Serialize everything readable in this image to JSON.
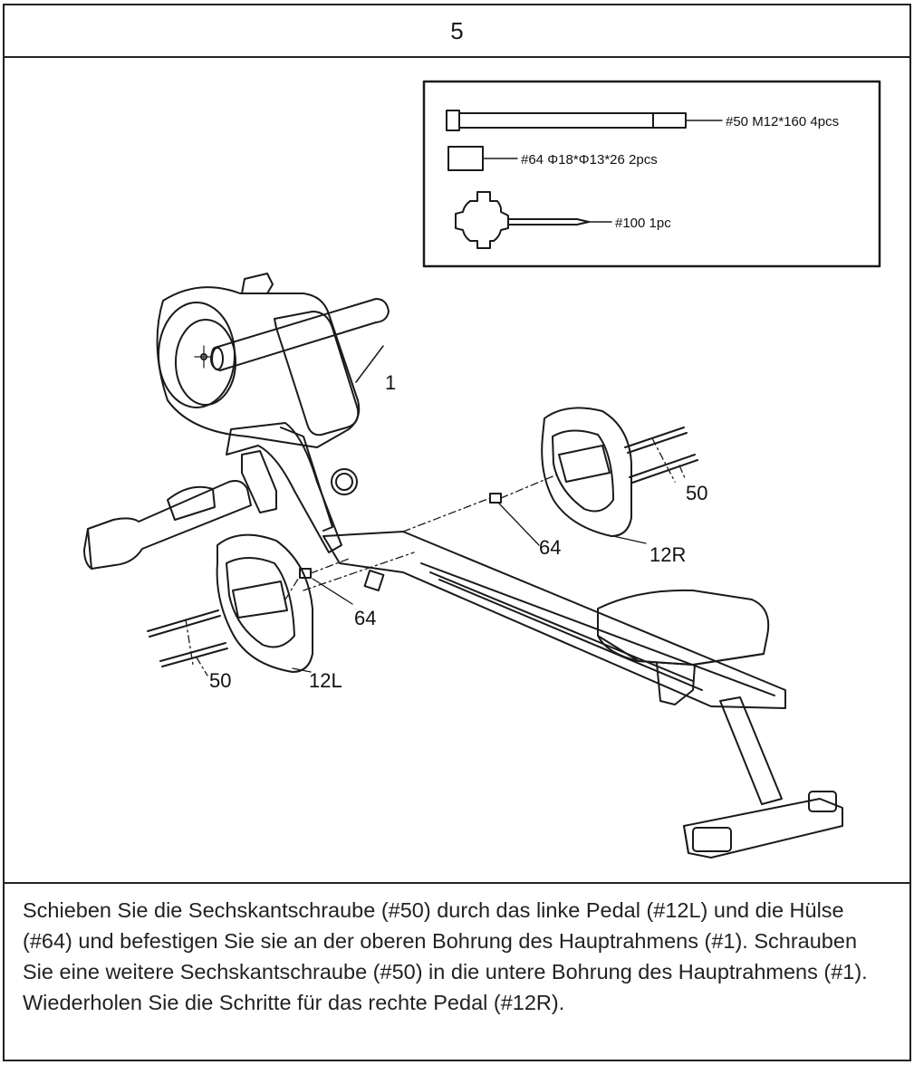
{
  "step": {
    "number": "5"
  },
  "parts_box": {
    "items": [
      {
        "label": "#50 M12*160 4pcs",
        "icon": "hex-bolt-icon"
      },
      {
        "label": "#64 Φ18*Φ13*26 2pcs",
        "icon": "sleeve-icon"
      },
      {
        "label": "#100 1pc",
        "icon": "wrench-icon"
      }
    ]
  },
  "callouts": {
    "main_frame": "1",
    "bolt_right": "50",
    "sleeve_right": "64",
    "pedal_right": "12R",
    "sleeve_left": "64",
    "bolt_left": "50",
    "pedal_left": "12L"
  },
  "instruction": {
    "text": "Schieben Sie die Sechskantschraube (#50) durch das linke Pedal (#12L) und die Hülse (#64) und befestigen Sie sie an der oberen Bohrung des Hauptrahmens (#1). Schrauben Sie eine weitere Sechskantschraube (#50) in die untere Bohrung des Hauptrahmens (#1). Wiederholen Sie die Schritte für das rechte Pedal (#12R)."
  }
}
